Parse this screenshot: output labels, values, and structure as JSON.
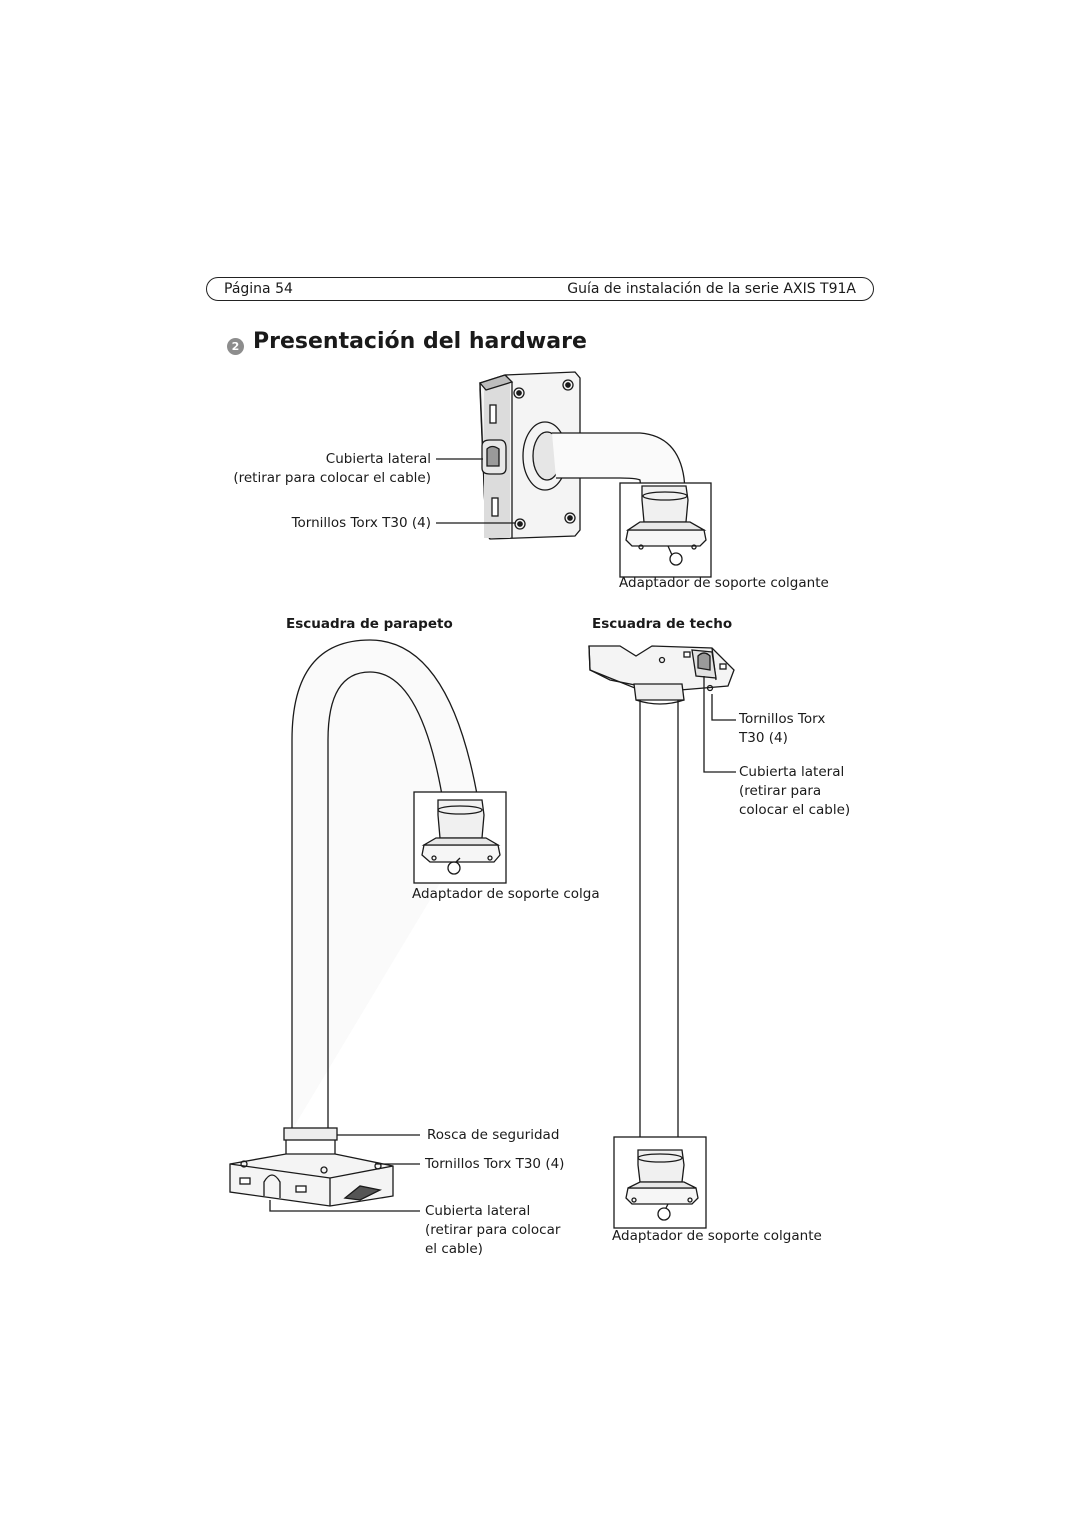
{
  "header": {
    "page_label": "Página 54",
    "doc_title": "Guía de instalación de la serie AXIS T91A"
  },
  "section": {
    "number": "2",
    "title": "Presentación del hardware"
  },
  "wall_bracket": {
    "label_side_cover_1": "Cubierta lateral",
    "label_side_cover_2": "(retirar para colocar el cable)",
    "label_screws": "Tornillos Torx T30 (4)",
    "label_adapter": "Adaptador de soporte colgante"
  },
  "parapet_bracket": {
    "heading": "Escuadra de parapeto",
    "label_adapter": "Adaptador de soporte colga",
    "label_safety_thread": "Rosca de seguridad",
    "label_screws": "Tornillos Torx T30 (4)",
    "label_side_cover_1": "Cubierta lateral",
    "label_side_cover_2": "(retirar para colocar",
    "label_side_cover_3": "el cable)"
  },
  "ceiling_bracket": {
    "heading": "Escuadra de techo",
    "label_screws_1": "Tornillos Torx",
    "label_screws_2": "T30 (4)",
    "label_side_cover_1": "Cubierta lateral",
    "label_side_cover_2": "(retirar para",
    "label_side_cover_3": "colocar el cable)",
    "label_adapter": "Adaptador de soporte colgante"
  }
}
